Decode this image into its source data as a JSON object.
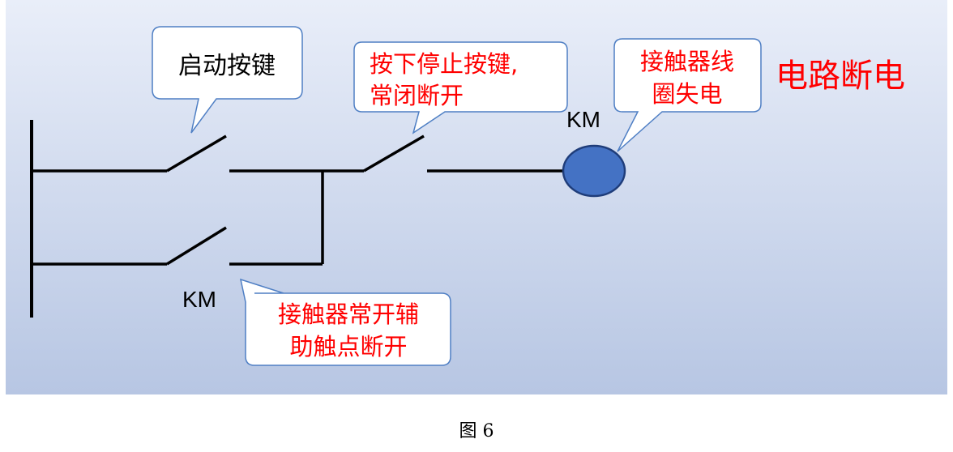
{
  "colors": {
    "panel_top": "#e9eef9",
    "panel_bottom": "#b7c6e3",
    "wire": "#000000",
    "callout_border": "#4f7fc4",
    "callout_fill": "#ffffff",
    "red_text": "#ff0000",
    "black_text": "#000000",
    "coil_fill": "#4472c4",
    "coil_stroke": "#1f3d7a"
  },
  "callouts": {
    "start_button": "启动按键",
    "stop_button": [
      "按下停止按键,",
      "常闭断开"
    ],
    "coil_deenergized": [
      "接触器线",
      "圈失电"
    ],
    "aux_contact_open": [
      "接触器常开辅",
      "助触点断开"
    ]
  },
  "labels": {
    "circuit_off": "电路断电",
    "km_coil": "KM",
    "km_aux_contact": "KM"
  },
  "caption": "图  6"
}
